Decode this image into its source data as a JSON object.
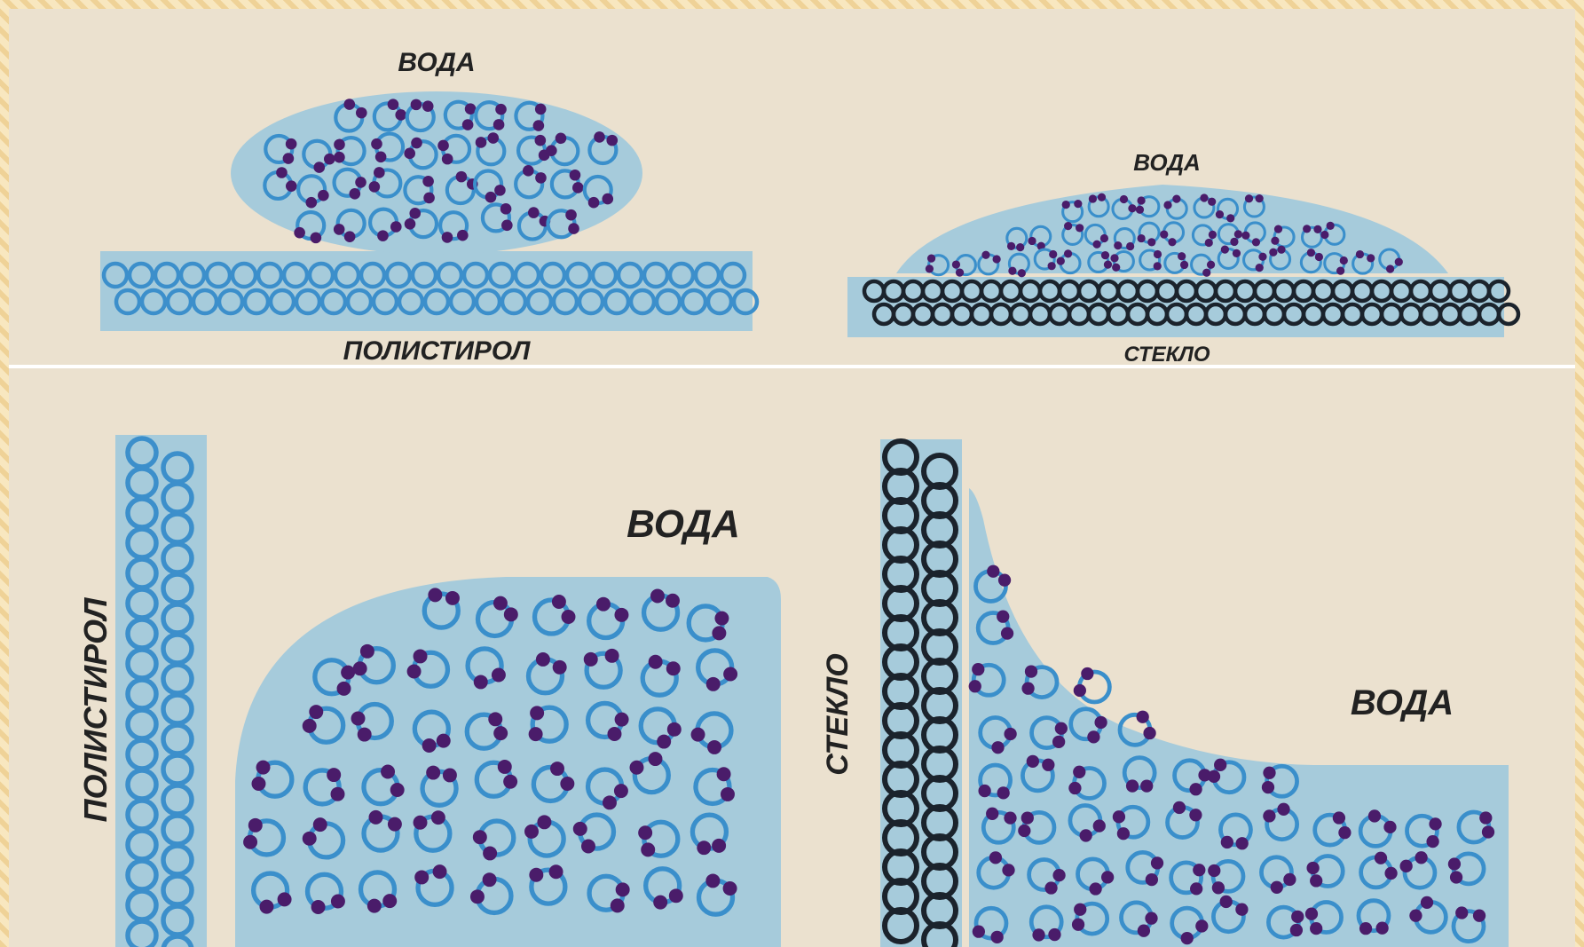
{
  "labels": {
    "water": "ВОДА",
    "polystyrene": "ПОЛИСТИРОЛ",
    "glass": "СТЕКЛО"
  },
  "colors": {
    "frame": "#f4e2b8",
    "paper": "#ebe1cf",
    "water": "#a6cbdb",
    "polystyrene_molecule": "#3c8fcb",
    "glass_molecule": "#1b232c",
    "water_molecule_ring": "#3a8fcb",
    "hydrogen_dot": "#4a1c6a"
  },
  "icons": [
    "water-molecule-icon",
    "polystyrene-molecule-icon",
    "glass-molecule-icon"
  ]
}
